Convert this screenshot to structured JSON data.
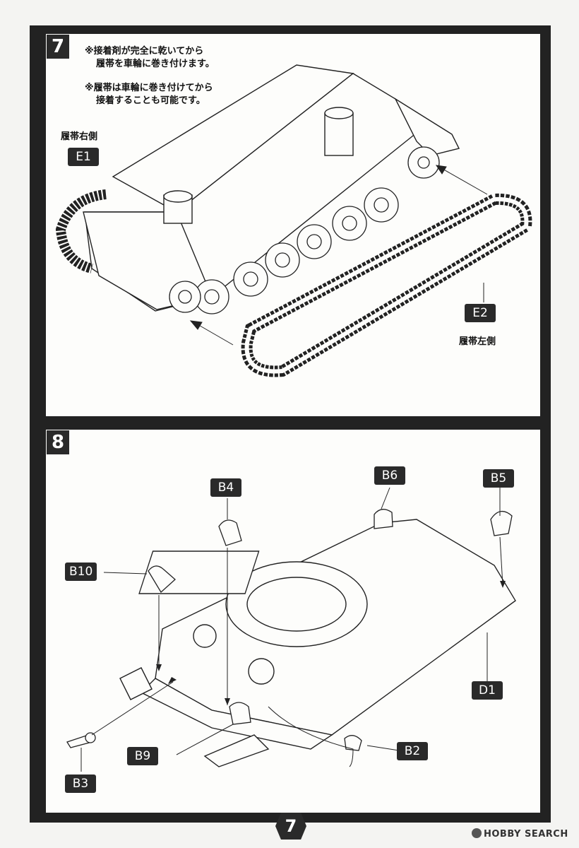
{
  "step7": {
    "number": "7",
    "note1_line1": "※接着剤が完全に乾いてから",
    "note1_line2": "履帯を車輪に巻き付けます。",
    "note2_line1": "※履帯は車輪に巻き付けてから",
    "note2_line2": "接着することも可能です。",
    "label_right": "履帯右側",
    "label_left": "履帯左側",
    "parts": {
      "e1": "E1",
      "e2": "E2"
    }
  },
  "step8": {
    "number": "8",
    "parts": {
      "b4": "B4",
      "b6": "B6",
      "b5": "B5",
      "b10": "B10",
      "d1": "D1",
      "b9": "B9",
      "b2": "B2",
      "b3": "B3"
    }
  },
  "page_number": "7",
  "watermark": "HOBBY SEARCH"
}
